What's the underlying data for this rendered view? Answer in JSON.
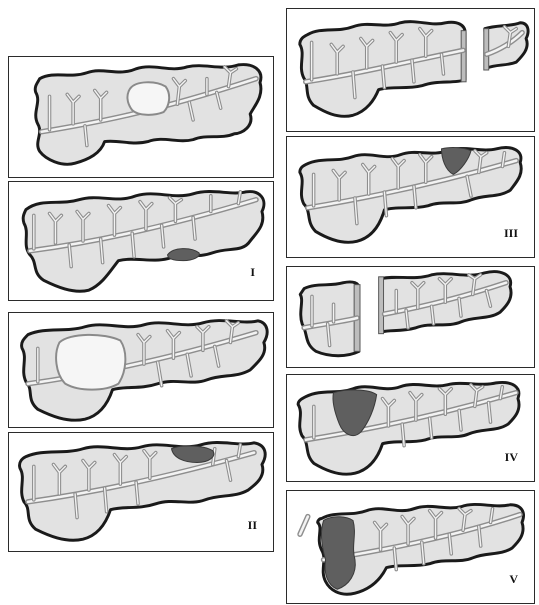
{
  "panels": {
    "p_left_1": {
      "label": ""
    },
    "p_left_2": {
      "label": "I"
    },
    "p_left_3": {
      "label": ""
    },
    "p_left_4": {
      "label": "II"
    },
    "p_right_1": {
      "label": ""
    },
    "p_right_2": {
      "label": "III"
    },
    "p_right_3": {
      "label": ""
    },
    "p_right_4": {
      "label": "IV"
    },
    "p_right_5": {
      "label": "V"
    }
  },
  "colors": {
    "outline": "#1a1a1a",
    "parenchyma": "#e2e2e2",
    "duct": "#8e8e8e",
    "lesion_dark": "#5f5f5f",
    "lesion_pale": "#f6f6f6"
  }
}
